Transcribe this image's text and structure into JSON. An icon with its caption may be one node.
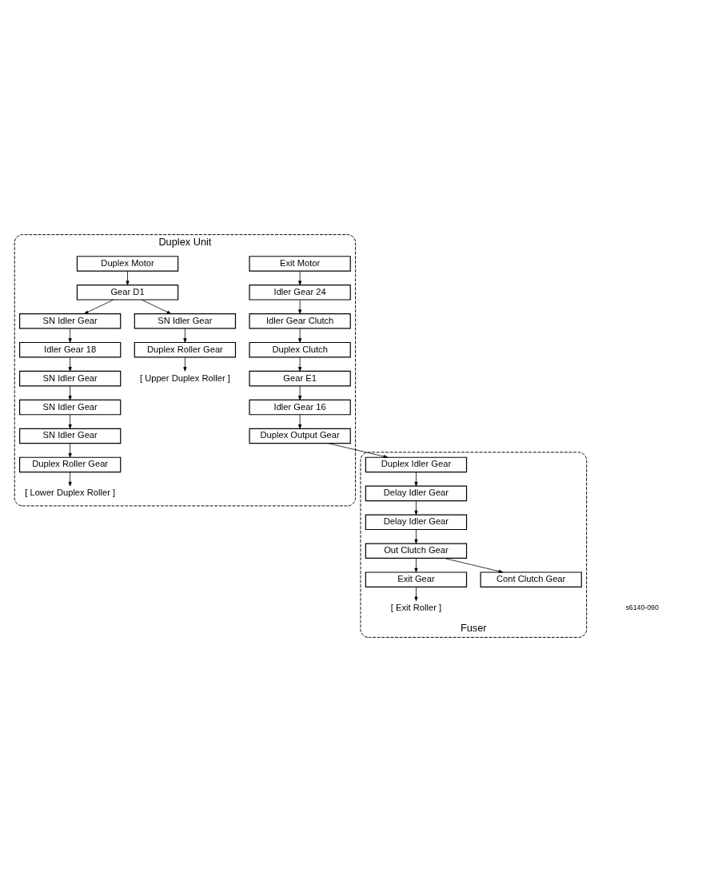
{
  "diagram": {
    "nodes": [
      {
        "text": [
          "Duplex Unit"
        ]
      },
      {
        "text": [
          "Exit Motor"
        ],
        "in": 0
      },
      {
        "text": [
          "Idler Gear 24"
        ],
        "in": 0
      },
      {
        "text": [
          "Idler Gear Clutch"
        ],
        "in": 0
      },
      {
        "text": [
          "Duplex Clutch"
        ],
        "in": 0
      },
      {
        "text": [
          "Gear E1"
        ],
        "in": 0
      },
      {
        "text": [
          "Idler Gear 16"
        ],
        "in": 0
      },
      {
        "text": [
          "Duplex Output Gear"
        ],
        "in": 0
      },
      {
        "text": [
          "Duplex Motor"
        ],
        "in": 0
      },
      {
        "text": [
          "Gear D1"
        ],
        "in": 0
      },
      {
        "text": [
          "SN Idler Gear"
        ],
        "in": 0
      },
      {
        "text": [
          "SN Idler Gear"
        ],
        "in": 0
      },
      {
        "text": [
          "Idler Gear 18"
        ],
        "in": 0
      },
      {
        "text": [
          "Duplex Roller Gear"
        ],
        "in": 0
      },
      {
        "text": [
          "SN Idler Gear"
        ],
        "in": 0
      },
      {
        "text": [
          "SN Idler Gear"
        ],
        "in": 0
      },
      {
        "text": [
          "SN Idler Gear"
        ],
        "in": 0
      },
      {
        "text": [
          "Duplex Roller Gear"
        ],
        "in": 0
      },
      {
        "text": [
          "[ Upper Duplex Roller ]"
        ],
        "in": 0
      },
      {
        "text": [
          "[ Lower Duplex Roller ]"
        ],
        "in": 0
      },
      {
        "text": [
          "Fuser"
        ]
      },
      {
        "text": [
          "Duplex Idler Gear"
        ],
        "in": 20
      },
      {
        "text": [
          "Delay Idler Gear"
        ],
        "in": 20
      },
      {
        "text": [
          "Delay Idler Gear"
        ],
        "in": 20
      },
      {
        "text": [
          "Out Clutch Gear"
        ],
        "in": 20
      },
      {
        "text": [
          "Exit Gear"
        ],
        "in": 20
      },
      {
        "text": [
          "Cont Clutch Gear"
        ],
        "in": 20
      },
      {
        "text": [
          "[ Exit Roller ]"
        ],
        "in": 20
      }
    ],
    "edges": [
      {
        "from": 1,
        "to": 2,
        "arrow": "to"
      },
      {
        "from": 2,
        "to": 3,
        "arrow": "to"
      },
      {
        "from": 3,
        "to": 4,
        "arrow": "to"
      },
      {
        "from": 4,
        "to": 5,
        "arrow": "to"
      },
      {
        "from": 5,
        "to": 6,
        "arrow": "to"
      },
      {
        "from": 6,
        "to": 7,
        "arrow": "to"
      },
      {
        "from": 7,
        "to": 21,
        "arrow": "to"
      },
      {
        "from": 8,
        "to": 9,
        "arrow": "to"
      },
      {
        "from": 9,
        "to": 10,
        "arrow": "to"
      },
      {
        "from": 9,
        "to": 11,
        "arrow": "to"
      },
      {
        "from": 10,
        "to": 12,
        "arrow": "to"
      },
      {
        "from": 11,
        "to": 13,
        "arrow": "to"
      },
      {
        "from": 13,
        "to": 18,
        "arrow": "to"
      },
      {
        "from": 12,
        "to": 14,
        "arrow": "to"
      },
      {
        "from": 14,
        "to": 15,
        "arrow": "to"
      },
      {
        "from": 15,
        "to": 16,
        "arrow": "to"
      },
      {
        "from": 16,
        "to": 17,
        "arrow": "to"
      },
      {
        "from": 17,
        "to": 19,
        "arrow": "to"
      },
      {
        "from": 21,
        "to": 22,
        "arrow": "to"
      },
      {
        "from": 22,
        "to": 23,
        "arrow": "to"
      },
      {
        "from": 23,
        "to": 24,
        "arrow": "to"
      },
      {
        "from": 24,
        "to": 25,
        "arrow": "to"
      },
      {
        "from": 24,
        "to": 26,
        "arrow": "to"
      },
      {
        "from": 25,
        "to": 27,
        "arrow": "to"
      }
    ],
    "labels": [
      "s6140-090"
    ]
  }
}
